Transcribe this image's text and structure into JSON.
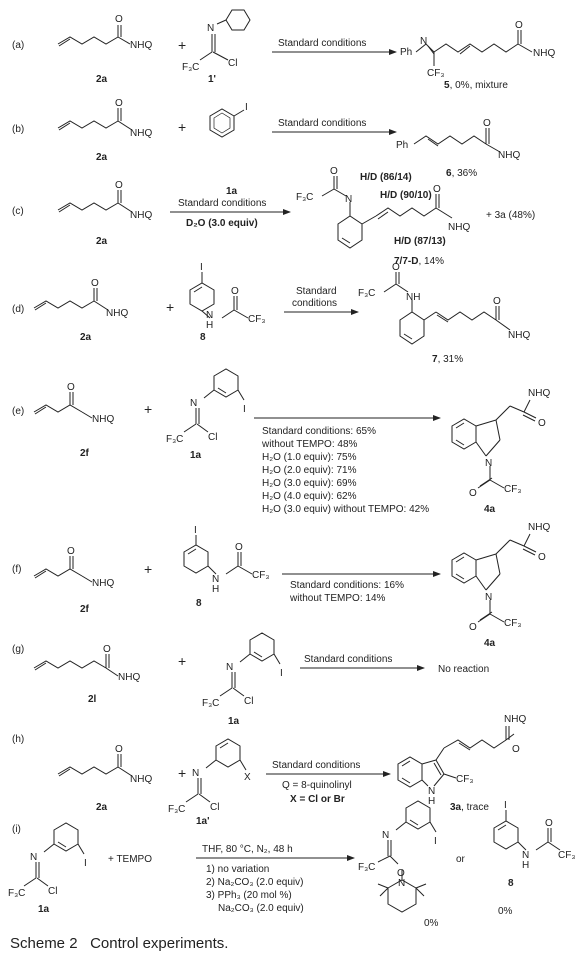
{
  "rows": {
    "a": {
      "tag": "(a)",
      "reactant_label": "2a",
      "reagent_label": "1'",
      "conditions": "Standard conditions",
      "product_label": "5",
      "product_result": ", 0%, mixture"
    },
    "b": {
      "tag": "(b)",
      "reactant_label": "2a",
      "conditions": "Standard conditions",
      "product_label": "6",
      "product_result": ", 36%"
    },
    "c": {
      "tag": "(c)",
      "reactant_label": "2a",
      "arrow_top": "1a",
      "conditions": "Standard conditions",
      "additive": "D₂O (3.0 equiv)",
      "hd1": "H/D (86/14)",
      "hd2": "H/D (90/10)",
      "hd3": "H/D (87/13)",
      "product_label": "7/7-D",
      "product_result": ", 14%",
      "extra": "+ 3a (48%)"
    },
    "d": {
      "tag": "(d)",
      "reactant_label": "2a",
      "reagent_label": "8",
      "conditions_line1": "Standard",
      "conditions_line2": "conditions",
      "product_label": "7",
      "product_result": ", 31%"
    },
    "e": {
      "tag": "(e)",
      "reactant_label": "2f",
      "reagent_label": "1a",
      "product_label": "4a",
      "results": [
        "Standard conditions: 65%",
        "without TEMPO: 48%",
        "H₂O (1.0 equiv): 75%",
        "H₂O (2.0 equiv): 71%",
        "H₂O (3.0 equiv): 69%",
        "H₂O (4.0 equiv): 62%",
        "H₂O (3.0 equiv) without TEMPO: 42%"
      ]
    },
    "f": {
      "tag": "(f)",
      "reactant_label": "2f",
      "reagent_label": "8",
      "product_label": "4a",
      "results": [
        "Standard conditions: 16%",
        "without TEMPO: 14%"
      ]
    },
    "g": {
      "tag": "(g)",
      "reactant_label": "2l",
      "reagent_label": "1a",
      "conditions": "Standard conditions",
      "outcome": "No reaction"
    },
    "h": {
      "tag": "(h)",
      "reactant_label": "2a",
      "reagent_label": "1a'",
      "conditions": "Standard conditions",
      "q_def": "Q = 8-quinolinyl",
      "x_def": "X = Cl or Br",
      "product_label": "3a",
      "product_result": ", trace"
    },
    "i": {
      "tag": "(i)",
      "reagent_label": "1a",
      "plus_reagent": "+ TEMPO",
      "conditions": "THF, 80 °C, N₂, 48 h",
      "variations": [
        "1) no variation",
        "2) Na₂CO₃ (2.0 equiv)",
        "3) PPh₃ (20 mol %)",
        "Na₂CO₃ (2.0 equiv)"
      ],
      "or": "or",
      "yield1": "0%",
      "yield2": "0%",
      "product2_label": "8"
    }
  },
  "atoms": {
    "nhq": "NHQ",
    "o": "O",
    "n": "N",
    "nh": "NH",
    "h": "H",
    "i": "I",
    "cl": "Cl",
    "x": "X",
    "cf3": "CF₃",
    "f3c": "F₃C",
    "ph": "Ph"
  },
  "caption": {
    "label": "Scheme 2",
    "text": "Control experiments."
  }
}
